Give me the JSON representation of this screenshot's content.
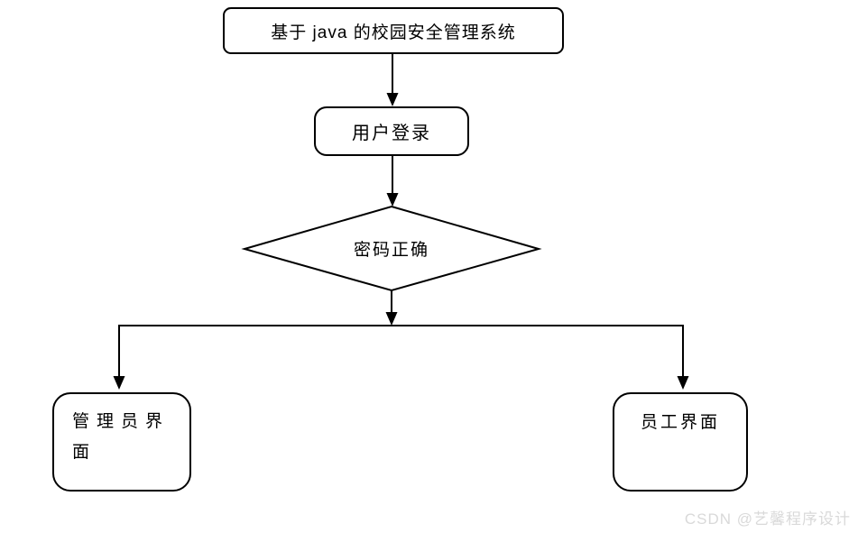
{
  "diagram": {
    "nodes": {
      "title": {
        "label": "基于 java 的校园安全管理系统"
      },
      "login": {
        "label": "用户登录"
      },
      "decision": {
        "label": "密码正确"
      },
      "admin": {
        "label_line1": "管理员界",
        "label_line2": "面"
      },
      "employee": {
        "label": "员工界面"
      }
    },
    "watermark": "CSDN @艺馨程序设计",
    "colors": {
      "line": "#000000",
      "node_fill": "#ffffff",
      "watermark_text": "#d9d9d9"
    }
  }
}
